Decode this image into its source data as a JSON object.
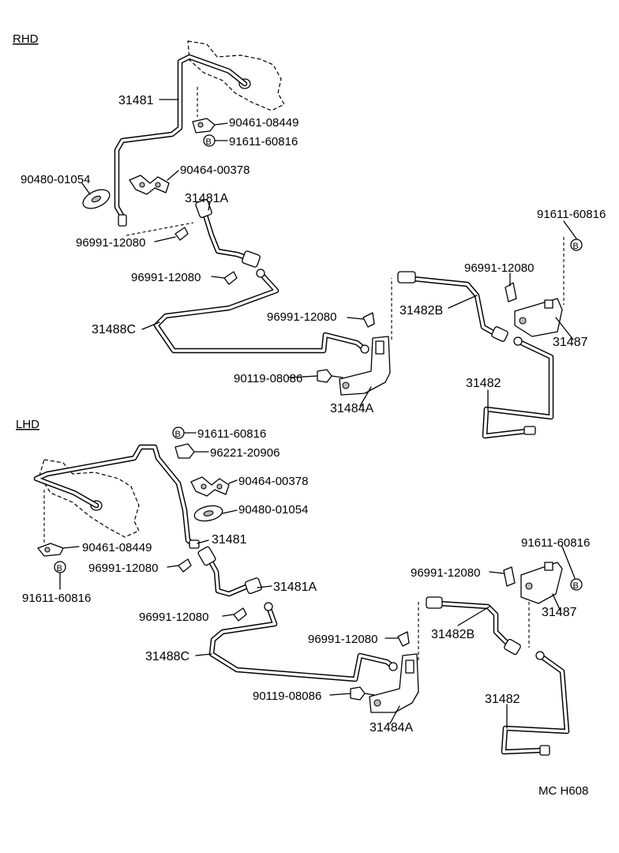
{
  "sections": {
    "rhd": "RHD",
    "lhd": "LHD"
  },
  "rhd": {
    "p31481": "31481",
    "p90461": "90461-08449",
    "p91611a": "91611-60816",
    "p90464": "90464-00378",
    "p90480": "90480-01054",
    "p31481A": "31481A",
    "p91611b": "91611-60816",
    "p96991a": "96991-12080",
    "p96991b": "96991-12080",
    "p96991c": "96991-12080",
    "p96991d": "96991-12080",
    "p31482B": "31482B",
    "p31488C": "31488C",
    "p31487": "31487",
    "p90119": "90119-08086",
    "p31482": "31482",
    "p31484A": "31484A"
  },
  "lhd": {
    "p91611a": "91611-60816",
    "p96221": "96221-20906",
    "p90464": "90464-00378",
    "p90480": "90480-01054",
    "p31481": "31481",
    "p90461": "90461-08449",
    "p96991a": "96991-12080",
    "p91611b": "91611-60816",
    "p31481A": "31481A",
    "p91611c": "91611-60816",
    "p96991b": "96991-12080",
    "p31487": "31487",
    "p96991c": "96991-12080",
    "p31482B": "31482B",
    "p31488C": "31488C",
    "p96991d": "96991-12080",
    "p90119": "90119-08086",
    "p31484A": "31484A",
    "p31482": "31482"
  },
  "bolt_marker": "B",
  "diagram_code": "MC H608"
}
